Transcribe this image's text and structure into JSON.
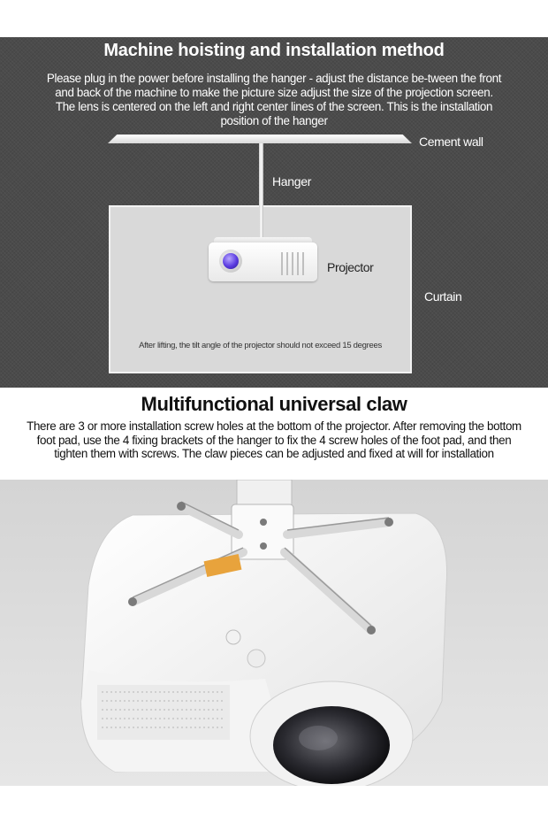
{
  "hoisting": {
    "title": "Machine hoisting and installation method",
    "description": "Please plug in the power before installing the hanger - adjust the distance be-tween the front and back of the machine to make the picture size adjust the size of the projection screen. The lens is centered on the left and right center lines of the screen. This is the installation position of the hanger",
    "labels": {
      "cement_wall": "Cement wall",
      "hanger": "Hanger",
      "projector": "Projector",
      "curtain": "Curtain"
    },
    "tilt_note": "After lifting, the tilt angle of the projector should not exceed 15 degrees"
  },
  "claw": {
    "title": "Multifunctional universal claw",
    "description": "There are 3 or more installation screw holes at the bottom of the projector. After removing the bottom foot pad, use the 4 fixing brackets of the hanger to fix the 4 screw holes of the foot pad, and then tighten them with screws. The claw pieces can be adjusted and fixed at will for installation"
  },
  "colors": {
    "dark_background": "#4b4b4b",
    "curtain": "#d9d9d9",
    "lens_accent": "#5a3be0",
    "photo_background": "#dcdcdc"
  }
}
